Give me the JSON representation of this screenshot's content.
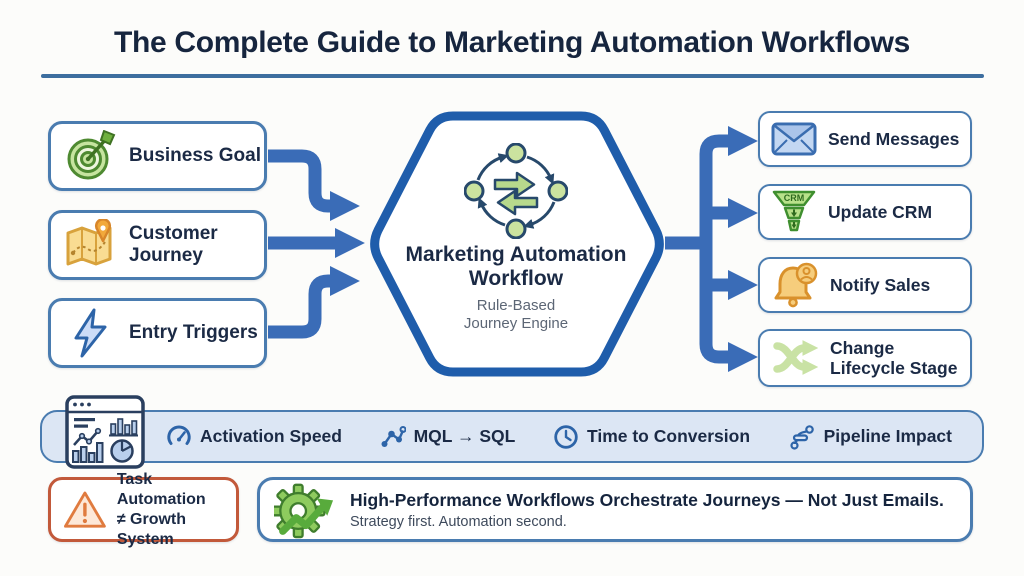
{
  "header": {
    "title": "The Complete Guide to Marketing Automation Workflows"
  },
  "inputs": [
    {
      "label": "Business Goal",
      "icon": "target-icon"
    },
    {
      "label": "Customer",
      "label2": "Journey",
      "icon": "map-icon"
    },
    {
      "label": "Entry Triggers",
      "icon": "lightning-icon"
    }
  ],
  "hub": {
    "icon": "cycle-icon",
    "title_line1": "Marketing Automation",
    "title_line2": "Workflow",
    "subtitle_line1": "Rule-Based",
    "subtitle_line2": "Journey Engine"
  },
  "actions": [
    {
      "label": "Send Messages",
      "icon": "envelope-icon"
    },
    {
      "label": "Update CRM",
      "icon": "crm-funnel-icon",
      "icon_text": "CRM"
    },
    {
      "label": "Notify Sales",
      "icon": "bell-notification-icon"
    },
    {
      "label": "Change",
      "label2": "Lifecycle Stage",
      "icon": "shuffle-icon"
    }
  ],
  "metrics": {
    "icon": "dashboard-icon",
    "items": [
      {
        "label": "Activation Speed",
        "icon": "gauge-icon"
      },
      {
        "label": "MQL → SQL",
        "icon": "node-link-icon"
      },
      {
        "label": "Time to Conversion",
        "icon": "clock-icon"
      },
      {
        "label": "Pipeline Impact",
        "icon": "pipeline-icon"
      }
    ]
  },
  "warning": {
    "icon": "warning-triangle-icon",
    "line1": "Task Automation",
    "line2": "≠ Growth System"
  },
  "takeaway": {
    "icon": "gear-growth-icon",
    "headline": "High-Performance Workflows Orchestrate Journeys — Not Just Emails.",
    "subtext": "Strategy first. Automation second."
  },
  "palette": {
    "accent_blue": "#1f5dab",
    "border_blue": "#4a7cb0",
    "arrow_blue": "#3a6cb7",
    "navy_text": "#1b2a45",
    "metrics_bg": "#dce6f4",
    "warning_orange": "#c2593a",
    "icon_green": "#8ecb5e",
    "icon_amber": "#f0ae3d"
  }
}
